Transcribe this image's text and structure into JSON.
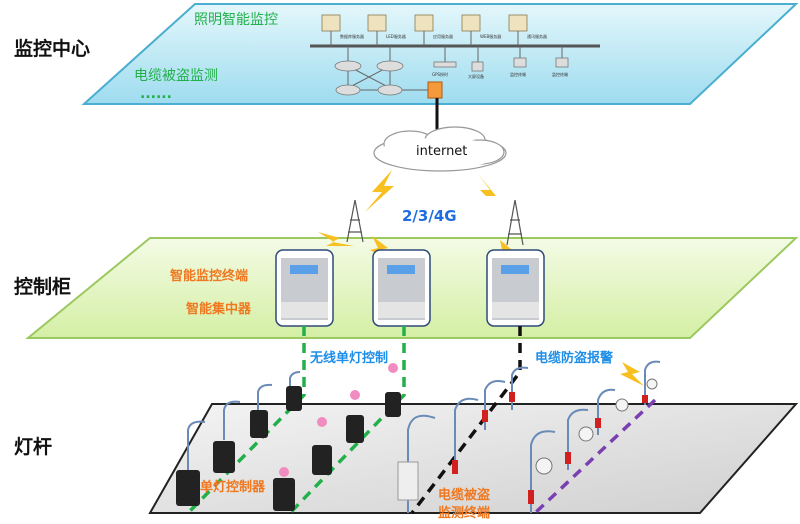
{
  "tiers": {
    "center": "监控中心",
    "cabinet": "控制柜",
    "pole": "灯杆"
  },
  "center": {
    "lighting": "照明智能监控",
    "cable": "电缆被盗监测",
    "more": "......",
    "servers": [
      "数据库服务器",
      "LED服务器",
      "应用服务器",
      "WEB服务器",
      "通讯服务器"
    ],
    "devices": [
      "GPS授时",
      "大屏设备",
      "监控终端",
      "监控终端"
    ]
  },
  "network": {
    "internet": "internet",
    "wireless": "2/3/4G"
  },
  "cabinet": {
    "terminal": "智能监控终端",
    "concentrator": "智能集中器"
  },
  "links": {
    "wireless_control": "无线单灯控制",
    "cable_alarm": "电缆防盗报警"
  },
  "field": {
    "single_controller": "单灯控制器",
    "cable_terminal_1": "电缆被盗",
    "cable_terminal_2": "监测终端"
  },
  "colors": {
    "center_platform": "#bfeaf5",
    "cabinet_platform": "#e6f7c4",
    "field_platform": "#e8e8e8",
    "green_link": "#22b04a",
    "black_link": "#111111",
    "purple_link": "#7a3fb0",
    "label_orange": "#f07820",
    "label_blue": "#1e8ee8"
  }
}
